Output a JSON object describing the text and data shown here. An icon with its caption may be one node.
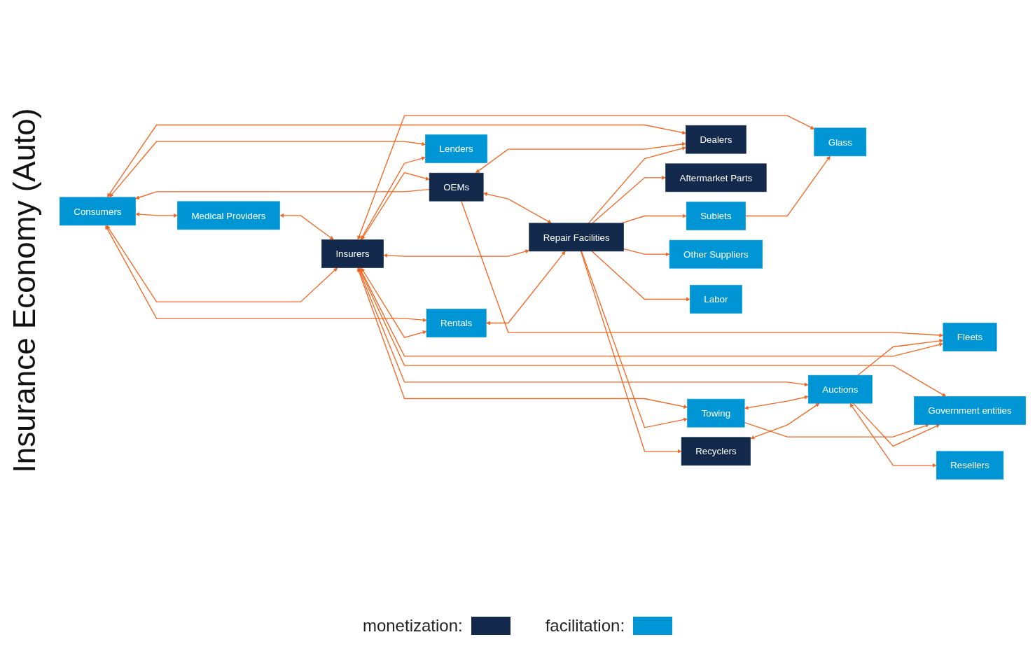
{
  "diagram": {
    "title": "Insurance Economy (Auto)",
    "nodes": [
      {
        "text": [
          "Consumers"
        ]
      },
      {
        "text": [
          "Fleets"
        ]
      },
      {
        "text": [
          "Medical Providers"
        ]
      },
      {
        "text": [
          "Insurers"
        ]
      },
      {
        "text": [
          "OEMs"
        ]
      },
      {
        "text": [
          "Rentals"
        ]
      },
      {
        "text": [
          "Lenders"
        ]
      },
      {
        "text": [
          "Repair Facilities"
        ]
      },
      {
        "text": [
          "Towing"
        ]
      },
      {
        "text": [
          "Government entities"
        ]
      },
      {
        "text": [
          "Dealers"
        ]
      },
      {
        "text": [
          "Aftermarket Parts"
        ]
      },
      {
        "text": [
          "Recyclers"
        ]
      },
      {
        "text": [
          "Other Suppliers"
        ]
      },
      {
        "text": [
          "Labor"
        ]
      },
      {
        "text": [
          "Sublets"
        ]
      },
      {
        "text": [
          "Glass"
        ]
      },
      {
        "text": [
          "Auctions"
        ]
      },
      {
        "text": [
          "Resellers"
        ]
      }
    ],
    "edges": [
      {
        "from": 0,
        "to": 10,
        "arrow": "both"
      },
      {
        "from": 0,
        "to": 2,
        "arrow": "both"
      },
      {
        "from": 2,
        "to": 3,
        "arrow": "both"
      },
      {
        "from": 4,
        "to": 0,
        "arrow": "to"
      },
      {
        "from": 4,
        "to": 1,
        "arrow": "to"
      },
      {
        "from": 3,
        "to": 4,
        "arrow": "both"
      },
      {
        "from": 4,
        "to": 7,
        "arrow": "both"
      },
      {
        "from": 4,
        "to": 10,
        "arrow": "both"
      },
      {
        "from": 7,
        "to": 10,
        "arrow": "to"
      },
      {
        "from": 7,
        "to": 11,
        "arrow": "to"
      },
      {
        "from": 7,
        "to": 12,
        "arrow": "to"
      },
      {
        "from": 7,
        "to": 13,
        "arrow": "to"
      },
      {
        "from": 7,
        "to": 14,
        "arrow": "to"
      },
      {
        "from": 7,
        "to": 15,
        "arrow": "to"
      },
      {
        "from": 0,
        "to": 3,
        "arrow": "both"
      },
      {
        "from": 3,
        "to": 7,
        "arrow": "both"
      },
      {
        "from": 0,
        "to": 5,
        "arrow": "both"
      },
      {
        "from": 3,
        "to": 5,
        "arrow": "both"
      },
      {
        "from": 5,
        "to": 7,
        "arrow": "both"
      },
      {
        "from": 0,
        "to": 6,
        "arrow": "both"
      },
      {
        "from": 3,
        "to": 16,
        "arrow": "both"
      },
      {
        "from": 3,
        "to": 6,
        "arrow": "both"
      },
      {
        "from": 1,
        "to": 3,
        "arrow": "both"
      },
      {
        "from": 3,
        "to": 8,
        "arrow": "both"
      },
      {
        "from": 3,
        "to": 17,
        "arrow": "both"
      },
      {
        "from": 17,
        "to": 1,
        "arrow": "to"
      },
      {
        "from": 3,
        "to": 9,
        "arrow": "both"
      },
      {
        "from": 7,
        "to": 8,
        "arrow": "to"
      },
      {
        "from": 8,
        "to": 17,
        "arrow": "both"
      },
      {
        "from": 8,
        "to": 9,
        "arrow": "to"
      },
      {
        "from": 17,
        "to": 9,
        "arrow": "to"
      },
      {
        "from": 15,
        "to": 16,
        "arrow": "to"
      },
      {
        "from": 12,
        "to": 17,
        "arrow": "both"
      },
      {
        "from": 17,
        "to": 18,
        "arrow": "both"
      }
    ],
    "legend": [
      {
        "text": "monetization:",
        "color": "#13294b"
      },
      {
        "text": "facilitation:",
        "color": "#0096d6"
      }
    ]
  }
}
